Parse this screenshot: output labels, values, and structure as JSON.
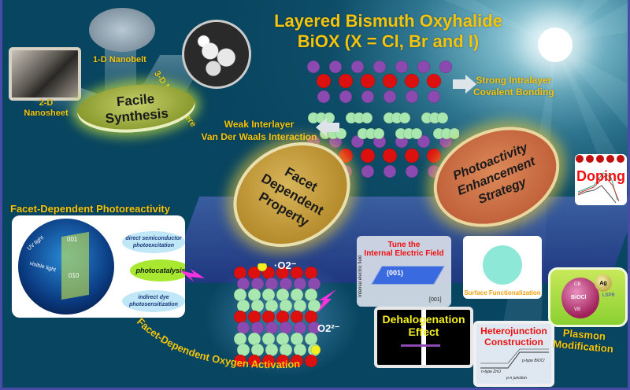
{
  "title": {
    "line1": "Layered Bismuth Oxyhalide",
    "line2": "BiOX (X = Cl, Br and I)"
  },
  "synthesis": {
    "disk_label_line1": "Facile",
    "disk_label_line2": "Synthesis",
    "nanosheet_label_line1": "2-D",
    "nanosheet_label_line2": "Nanosheet",
    "nanobelt_label": "1-D Nanobelt",
    "nanosphere_label": "3-D Nanosphere"
  },
  "structure": {
    "intralayer_line1": "Strong Intralayer",
    "intralayer_line2": "Covalent Bonding",
    "interlayer_line1": "Weak Interlayer",
    "interlayer_line2": "Van Der Waals Interaction"
  },
  "facet": {
    "disk_line1": "Facet",
    "disk_line2": "Dependent",
    "disk_line3": "Property",
    "photoreactivity_title": "Facet-Dependent Photoreactivity",
    "uv_light": "UV light",
    "visible_light": "visible light",
    "facet_001": "001",
    "facet_010": "010",
    "bubble_direct": "direct semiconductor photoexcitation",
    "bubble_photocatalysis": "photocatalysis",
    "bubble_indirect": "indirect dye photosensitization",
    "oxygen_activation": "Facet-Dependent Oxygen Activation",
    "superoxide": "·O2⁻",
    "peroxide": "O2²⁻"
  },
  "strategy": {
    "disk_line1": "Photoactivity",
    "disk_line2": "Enhancement",
    "disk_line3": "Strategy",
    "doping": "Doping",
    "tune_field_line1": "Tune the",
    "tune_field_line2": "Internal Electric Field",
    "field_axis": "Internal electric field",
    "field_facet": "(001)",
    "field_direction": "[001]",
    "surface": "Surface Functionalization",
    "dehalogenation_line1": "Dehalogenation",
    "dehalogenation_line2": "Effect",
    "heterojunction_line1": "Heterojunction",
    "heterojunction_line2": "Construction",
    "hetero_n": "n-type ZnO",
    "hetero_p": "p-type BiOCl",
    "hetero_junction": "p-n junction",
    "plasmon_line1": "Plasmon",
    "plasmon_line2": "Modification",
    "plasmon_ag": "Ag",
    "plasmon_cb": "CB",
    "plasmon_vb": "VB",
    "plasmon_biocl": "BiOCl",
    "plasmon_lspr": "LSPR"
  },
  "colors": {
    "title_yellow": "#f2c40e",
    "background": "#0e4d67",
    "accent_red": "#ee1010",
    "bismuth_purple": "#8a4ab0",
    "oxygen_red": "#dd1010",
    "halogen_green": "#a8e8b0"
  }
}
